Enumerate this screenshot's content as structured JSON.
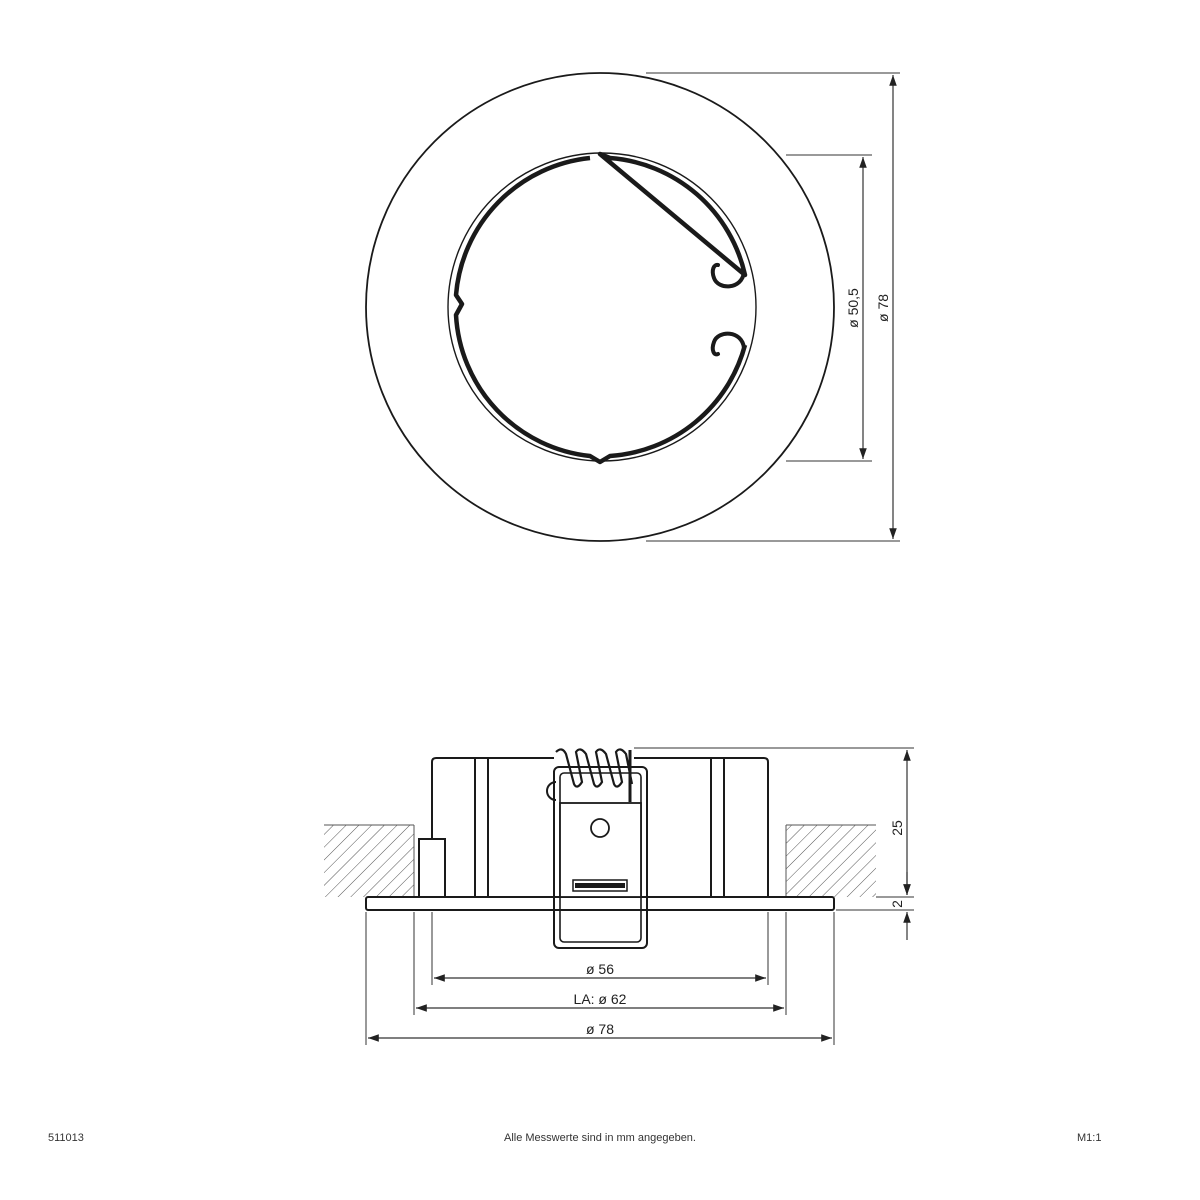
{
  "top_view": {
    "inner_diameter_label": "ø 50,5",
    "outer_diameter_label": "ø 78"
  },
  "side_view": {
    "height_label": "25",
    "flange_label": "2",
    "dim_inner": "ø 56",
    "dim_cutout": "LA: ø 62",
    "dim_outer": "ø 78"
  },
  "footer": {
    "article_number": "511013",
    "note": "Alle Messwerte sind in mm angegeben.",
    "scale": "M1:1"
  },
  "colors": {
    "line": "#1a1a1a",
    "dim_line": "#333333",
    "background": "#ffffff"
  }
}
